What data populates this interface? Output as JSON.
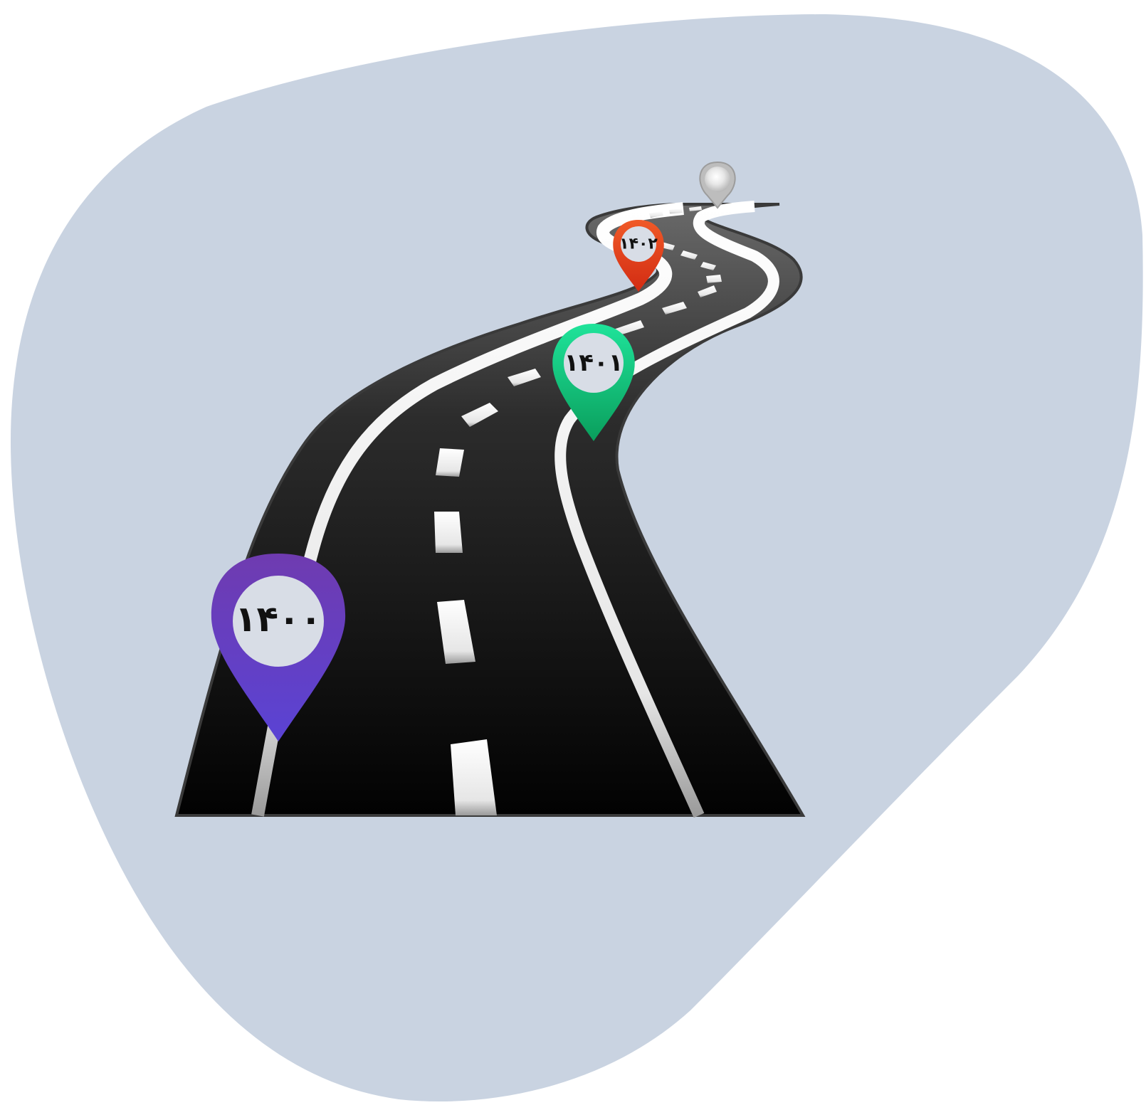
{
  "milestones": [
    {
      "label": "۱۴۰۰",
      "color": "#5b3cc4"
    },
    {
      "label": "۱۴۰۱",
      "color": "#14c47c"
    },
    {
      "label": "۱۴۰۲",
      "color": "#e0401c"
    },
    {
      "label": "",
      "color": "#cccccc"
    }
  ],
  "colors": {
    "blob": "#c9d3e1",
    "road": "#151515",
    "road_edge": "#3a3a3a",
    "lane": "#eeeeee",
    "pin_face": "#d8dde6"
  }
}
